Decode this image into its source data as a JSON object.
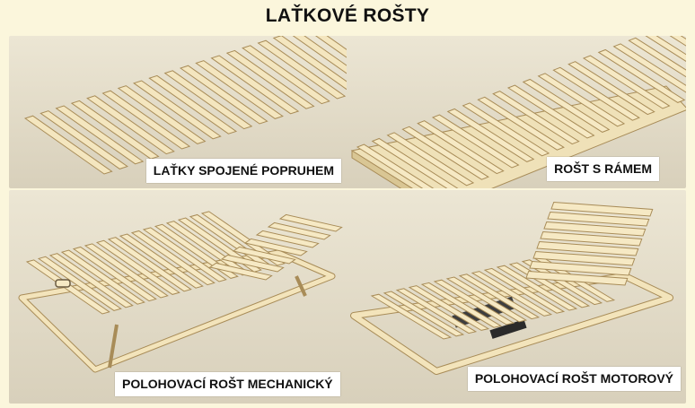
{
  "page": {
    "title": "LAŤKOVÉ ROŠTY"
  },
  "panels": [
    {
      "caption": "LAŤKY SPOJENÉ POPRUHEM"
    },
    {
      "caption": "ROŠT S RÁMEM"
    },
    {
      "caption": "POLOHOVACÍ ROŠT MECHANICKÝ"
    },
    {
      "caption": "POLOHOVACÍ ROŠT MOTOROVÝ"
    }
  ],
  "colors": {
    "background": "#fbf6dc",
    "slat": "#f4e6bf",
    "slat_edge": "#b89e6c",
    "panel": "#e4ddc8"
  }
}
